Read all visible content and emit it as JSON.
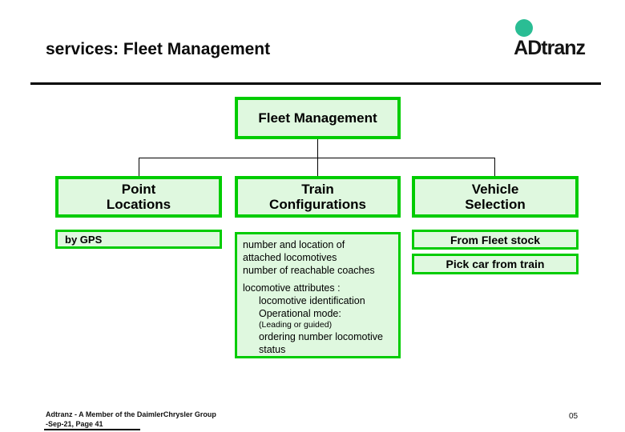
{
  "slide": {
    "title": "services: Fleet Management",
    "page_number": "05"
  },
  "logo": {
    "text": "ADtranz",
    "dot_color": "#2ABD94"
  },
  "colors": {
    "box_border": "#00CC00",
    "box_fill": "#DFF8DF",
    "connector": "#000000"
  },
  "diagram": {
    "root_label": "Fleet Management",
    "branches": [
      {
        "line1": "Point",
        "line2": "Locations"
      },
      {
        "line1": "Train",
        "line2": "Configurations"
      },
      {
        "line1": "Vehicle",
        "line2": "Selection"
      }
    ],
    "gps_label": "by GPS",
    "train_details": {
      "line1": "number and location of",
      "line2": "attached locomotives",
      "line3": "number of reachable coaches",
      "line4": "locomotive attributes :",
      "line5": "locomotive identification",
      "line6": "Operational mode:",
      "line7": "(Leading or guided)",
      "line8": "ordering number locomotive",
      "line9": "status"
    },
    "vehicle_options": {
      "option1": "From Fleet stock",
      "option2": "Pick car from train"
    }
  },
  "footer": {
    "line1": "Adtranz - A Member of the DaimlerChrysler Group",
    "line2": "-Sep-21, Page 41"
  }
}
